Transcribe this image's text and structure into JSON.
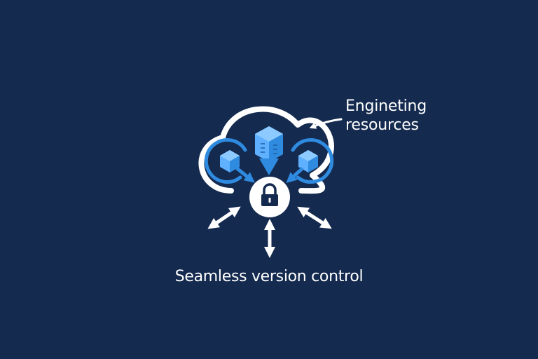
{
  "annotation": {
    "line1": "Engineting",
    "line2": "resources"
  },
  "caption": "Seamless version control",
  "colors": {
    "background": "#142a4f",
    "cloud_outline": "#ffffff",
    "accent_blue": "#2f8be0",
    "accent_light": "#5fb0ff",
    "lock": "#142a4f"
  },
  "icons": [
    "cloud-icon",
    "cube-icon",
    "cube-chip-icon",
    "lock-icon",
    "arrow-icon"
  ]
}
